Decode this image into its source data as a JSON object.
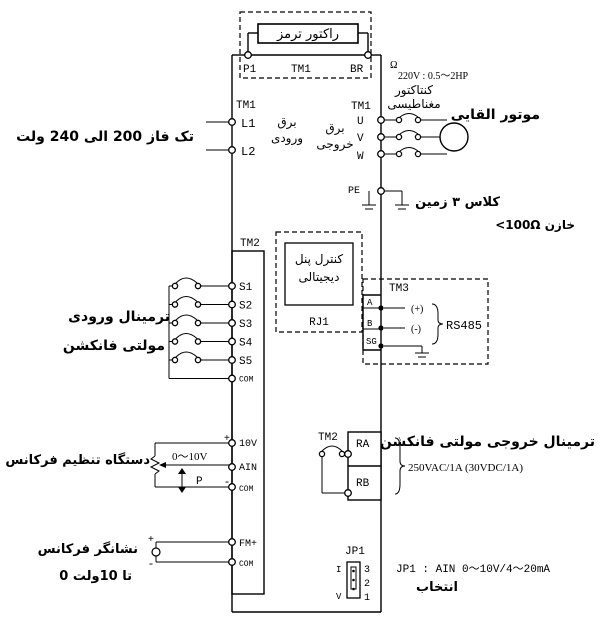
{
  "reactor": {
    "title": "راکتور ترمز",
    "p1": "P1",
    "tm1": "TM1",
    "br": "BR"
  },
  "ratings": {
    "ohm_sym": "Ω",
    "rating": "220V : 0.5～2HP"
  },
  "contactor": "کنتاکتور مغناطیسی",
  "motor": "موتور القایی",
  "input_power": {
    "tm1": "TM1",
    "l1": "L1",
    "l2": "L2",
    "label": "برق ورودی",
    "desc": "تک فاز 200 الی 240 ولت"
  },
  "output_power": {
    "tm1": "TM1",
    "u": "U",
    "v": "V",
    "w": "W",
    "label": "برق خروجی"
  },
  "ground": {
    "pe": "PE",
    "class": "کلاس ۳ زمین",
    "spec": "<100Ω خازن"
  },
  "tm2": "TM2",
  "panel": {
    "title": "کنترل پنل دیجیتالی",
    "port": "RJ1"
  },
  "tm3": {
    "title": "TM3",
    "a": "A",
    "b": "B",
    "sg": "SG",
    "plus": "(+)",
    "minus": "(-)",
    "rs485": "RS485"
  },
  "inputs": {
    "terminals": [
      "S1",
      "S2",
      "S3",
      "S4",
      "S5",
      "COM"
    ],
    "label": "ترمینال ورودی مولتی فانکشن"
  },
  "freq_setting": {
    "t10v": "10V",
    "ain": "AIN",
    "com": "COM",
    "range": "0～10V",
    "p": "P",
    "plus": "+",
    "minus": "-",
    "label": "دستگاه تنظیم فرکانس"
  },
  "relay": {
    "tm2": "TM2",
    "ra": "RA",
    "rb": "RB",
    "label": "ترمینال خروجی مولتی فانکشن",
    "rating": "250VAC/1A (30VDC/1A)"
  },
  "freq_meter": {
    "fm": "FM+",
    "com": "COM",
    "plus": "+",
    "minus": "-",
    "label": "نشانگر فرکانس",
    "range": "0 تا 10ولت"
  },
  "jp1": {
    "title": "JP1",
    "i": "I",
    "v": "V",
    "n3": "3",
    "n2": "2",
    "n1": "1",
    "desc": "JP1 : AIN 0～10V/4～20mA",
    "select": "انتخاب"
  }
}
